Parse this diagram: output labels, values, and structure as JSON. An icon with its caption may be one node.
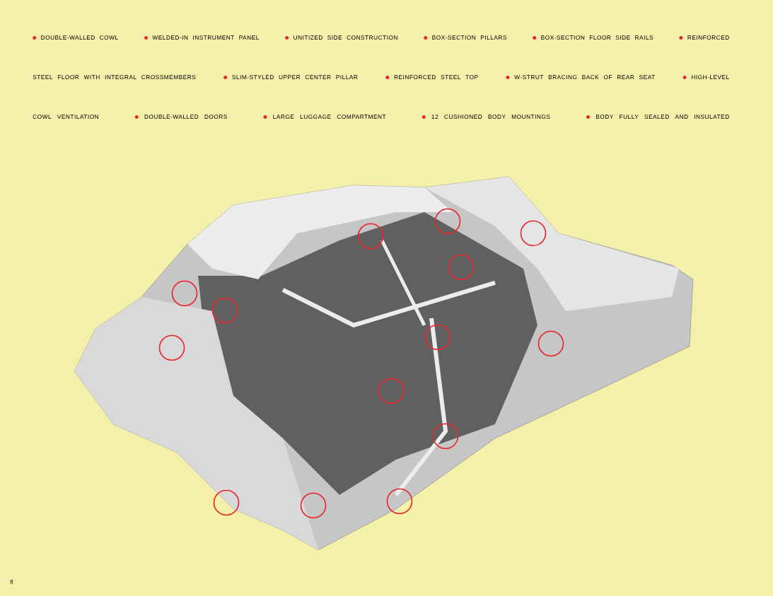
{
  "diagram": {
    "labels": [
      "DOUBLE-WALLED COWL",
      "WELDED-IN INSTRUMENT PANEL",
      "UNITIZED SIDE CONSTRUCTION",
      "BOX-SECTION PILLARS",
      "BOX-SECTION FLOOR SIDE RAILS",
      "REINFORCED STEEL FLOOR WITH INTEGRAL CROSSMEMBERS",
      "SLIM-STYLED UPPER CENTER PILLAR",
      "REINFORCED STEEL TOP",
      "W-STRUT BRACING BACK OF REAR SEAT",
      "HIGH-LEVEL COWL VENTILATION",
      "DOUBLE-WALLED DOORS",
      "LARGE LUGGAGE COMPARTMENT",
      "12 CUSHIONED BODY MOUNTINGS",
      "BODY FULLY SEALED AND INSULATED",
      "8"
    ]
  }
}
